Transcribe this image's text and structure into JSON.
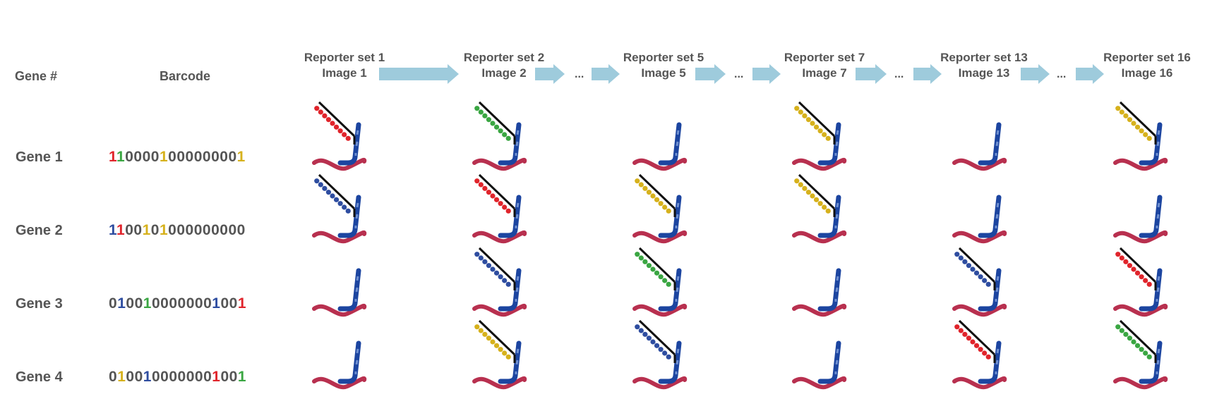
{
  "headers": {
    "gene": "Gene #",
    "barcode": "Barcode"
  },
  "steps": [
    {
      "line1": "Reporter set 1",
      "line2": "Image 1"
    },
    {
      "line1": "Reporter set 2",
      "line2": "Image 2"
    },
    {
      "line1": "Reporter set 5",
      "line2": "Image 5"
    },
    {
      "line1": "Reporter set 7",
      "line2": "Image 7"
    },
    {
      "line1": "Reporter set 13",
      "line2": "Image 13"
    },
    {
      "line1": "Reporter set 16",
      "line2": "Image 16"
    }
  ],
  "ellipsis": "...",
  "genes": [
    {
      "label": "Gene 1",
      "barcode": "1100001000000001"
    },
    {
      "label": "Gene 2",
      "barcode": "1100101000000000"
    },
    {
      "label": "Gene 3",
      "barcode": "0100100000001001"
    },
    {
      "label": "Gene 4",
      "barcode": "0100100000001001"
    }
  ],
  "barcode_highlights": [
    [
      {
        "pos": 0,
        "color": "red"
      },
      {
        "pos": 1,
        "color": "green"
      },
      {
        "pos": 6,
        "color": "yellow"
      },
      {
        "pos": 15,
        "color": "yellow"
      }
    ],
    [
      {
        "pos": 0,
        "color": "blue"
      },
      {
        "pos": 1,
        "color": "red"
      },
      {
        "pos": 4,
        "color": "yellow"
      },
      {
        "pos": 6,
        "color": "yellow"
      }
    ],
    [
      {
        "pos": 1,
        "color": "blue"
      },
      {
        "pos": 4,
        "color": "green"
      },
      {
        "pos": 12,
        "color": "blue"
      },
      {
        "pos": 15,
        "color": "red"
      }
    ],
    [
      {
        "pos": 1,
        "color": "yellow"
      },
      {
        "pos": 4,
        "color": "blue"
      },
      {
        "pos": 12,
        "color": "red"
      },
      {
        "pos": 15,
        "color": "green"
      }
    ]
  ],
  "reporter_grid": [
    [
      "red",
      "green",
      null,
      "yellow",
      null,
      "yellow"
    ],
    [
      "blue",
      "red",
      "yellow",
      "yellow",
      null,
      null
    ],
    [
      null,
      "blue",
      "green",
      null,
      "blue",
      "red"
    ],
    [
      null,
      "yellow",
      "blue",
      null,
      "red",
      "green"
    ]
  ],
  "colors": {
    "red": "#e0242b",
    "green": "#3aa642",
    "blue": "#2e4da0",
    "yellow": "#d6b11c",
    "rna": "#b8304f",
    "probe": "#1c45a0",
    "probe_light": "#6e8fd0",
    "arrow": "#9ecbdc",
    "text": "#555555"
  }
}
